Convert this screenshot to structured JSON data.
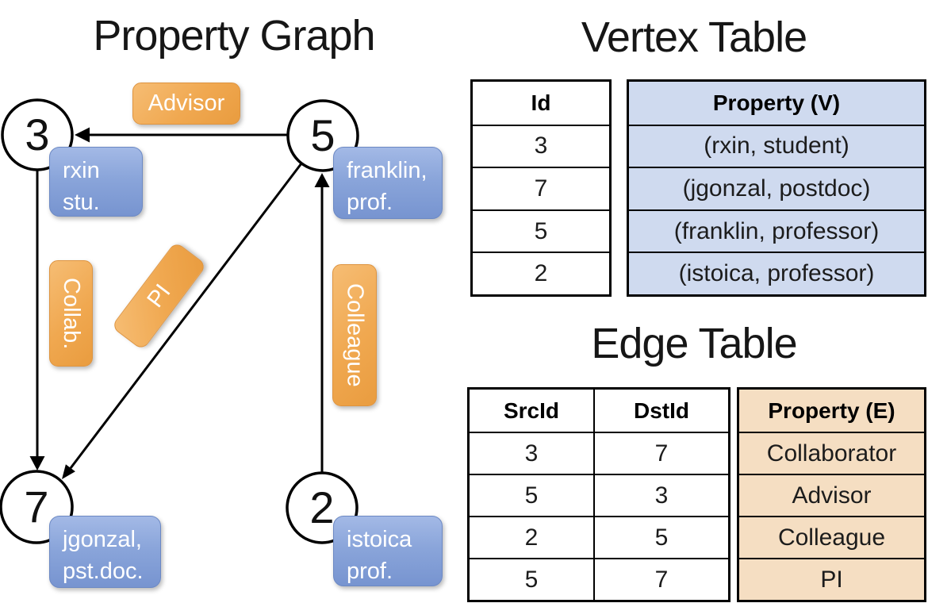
{
  "graph": {
    "title": "Property Graph",
    "nodes": [
      {
        "id": "3",
        "line1": "rxin",
        "line2": "stu."
      },
      {
        "id": "5",
        "line1": "franklin,",
        "line2": "prof."
      },
      {
        "id": "7",
        "line1": "jgonzal,",
        "line2": "pst.doc."
      },
      {
        "id": "2",
        "line1": "istoica",
        "line2": "prof."
      }
    ],
    "edges": [
      {
        "label": "Advisor",
        "src": "5",
        "dst": "3"
      },
      {
        "label": "Collab.",
        "src": "3",
        "dst": "7"
      },
      {
        "label": "PI",
        "src": "5",
        "dst": "7"
      },
      {
        "label": "Colleague",
        "src": "2",
        "dst": "5"
      }
    ]
  },
  "vertex_table": {
    "title": "Vertex Table",
    "columns": {
      "id": "Id",
      "property": "Property (V)"
    },
    "rows": [
      {
        "id": "3",
        "property": "(rxin, student)"
      },
      {
        "id": "7",
        "property": "(jgonzal, postdoc)"
      },
      {
        "id": "5",
        "property": "(franklin, professor)"
      },
      {
        "id": "2",
        "property": "(istoica, professor)"
      }
    ]
  },
  "edge_table": {
    "title": "Edge Table",
    "columns": {
      "src": "SrcId",
      "dst": "DstId",
      "property": "Property (E)"
    },
    "rows": [
      {
        "src": "3",
        "dst": "7",
        "property": "Collaborator"
      },
      {
        "src": "5",
        "dst": "3",
        "property": "Advisor"
      },
      {
        "src": "2",
        "dst": "5",
        "property": "Colleague"
      },
      {
        "src": "5",
        "dst": "7",
        "property": "PI"
      }
    ]
  },
  "colors": {
    "edge_label_orange": "#f0a850",
    "vertex_label_blue": "#84a0d6",
    "vertex_cell_bg": "#cfdaef",
    "edge_cell_bg": "#f5dec2",
    "line_black": "#000000"
  }
}
